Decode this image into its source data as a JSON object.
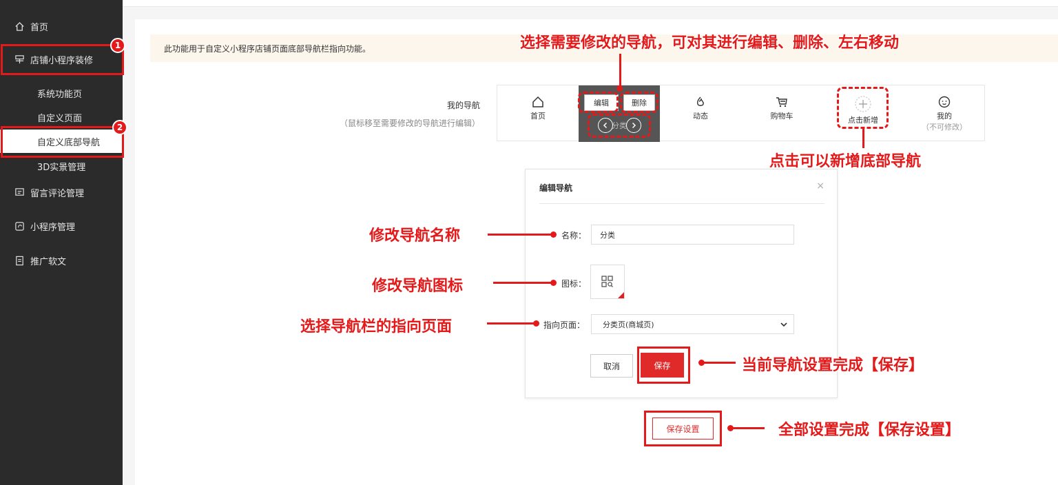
{
  "sidebar": {
    "home": "首页",
    "store_decor": "店铺小程序装修",
    "sub_items": [
      "系统功能页",
      "自定义页面",
      "自定义底部导航",
      "3D实景管理"
    ],
    "comments": "留言评论管理",
    "miniapp": "小程序管理",
    "promo": "推广软文"
  },
  "notice": "此功能用于自定义小程序店铺页面底部导航栏指向功能。",
  "my_nav": {
    "title": "我的导航",
    "hint": "（鼠标移至需要修改的导航进行编辑）",
    "items": [
      {
        "label": "首页",
        "icon": "home-icon"
      },
      {
        "label": "分类",
        "icon": "category-icon"
      },
      {
        "label": "动态",
        "icon": "flame-icon"
      },
      {
        "label": "购物车",
        "icon": "cart-icon"
      },
      {
        "label": "点击新增",
        "icon": "plus-circle-icon"
      },
      {
        "label": "我的",
        "sub": "（不可修改）",
        "icon": "smile-icon"
      }
    ],
    "edit_label": "编辑",
    "delete_label": "删除"
  },
  "dialog": {
    "title": "编辑导航",
    "close": "×",
    "name_label": "名称：",
    "name_value": "分类",
    "icon_label": "图标：",
    "page_label": "指向页面：",
    "page_value": "分类页(商城页)",
    "cancel": "取消",
    "save": "保存"
  },
  "save_settings": "保存设置",
  "annotations": {
    "top": "选择需要修改的导航，可对其进行编辑、删除、左右移动",
    "add": "点击可以新增底部导航",
    "name": "修改导航名称",
    "icon": "修改导航图标",
    "page": "选择导航栏的指向页面",
    "save": "当前导航设置完成【保存】",
    "save_all": "全部设置完成【保存设置】",
    "badge1": "1",
    "badge2": "2"
  },
  "colors": {
    "accent": "#e41a1a",
    "sidebar": "#2b2b2b",
    "notice_bg": "#fdf6ec"
  }
}
